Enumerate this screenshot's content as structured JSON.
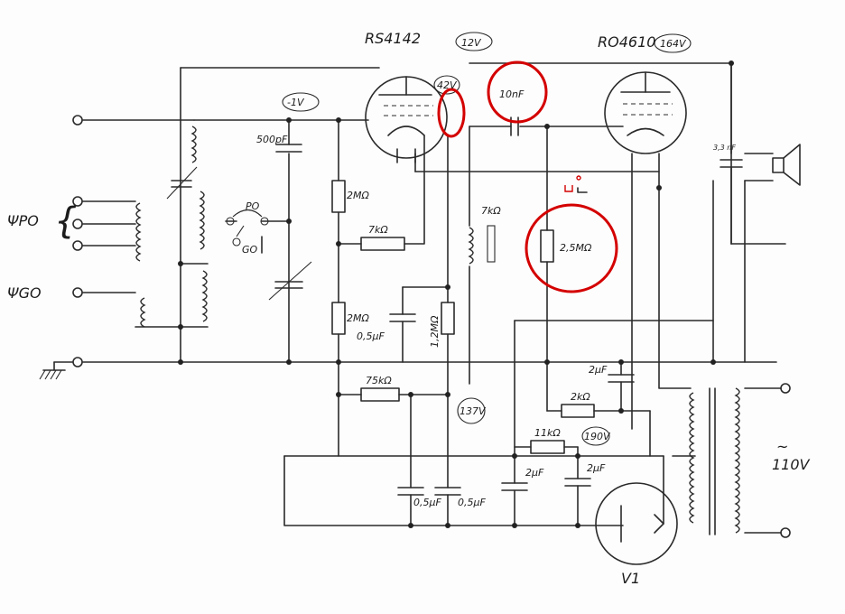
{
  "tubes": {
    "left": {
      "name": "RS4142",
      "voltage": "12V"
    },
    "right": {
      "name": "RO4610",
      "voltage": "164V"
    },
    "rectifier": {
      "name": "V1"
    }
  },
  "voltages": {
    "grid": "-1V",
    "screen": "42V",
    "anode": "137V",
    "psu": "190V"
  },
  "capacitors": {
    "c_in": "500pF",
    "c_coupling": "10nF",
    "c_out": "3,3 nF",
    "c_screen": "0,5μF",
    "c_filter1": "0,5μF",
    "c_filter2": "0,5μF",
    "c_psu1": "2μF",
    "c_psu2": "2μF",
    "c_cath": "2μF"
  },
  "resistors": {
    "r_grid_top": "2MΩ",
    "r_grid_bottom": "2MΩ",
    "r_feedback": "7kΩ",
    "r_screen": "1,2MΩ",
    "r_choke": "7kΩ",
    "r_leak": "2,5MΩ",
    "r_series": "75kΩ",
    "r_cath": "2kΩ",
    "r_psu": "11kΩ"
  },
  "switch_labels": {
    "po": "PO",
    "go": "GO"
  },
  "antenna_labels": {
    "po": "ΨPO",
    "go": "ΨGO"
  },
  "mains": {
    "label1": "~",
    "label2": "110V"
  }
}
